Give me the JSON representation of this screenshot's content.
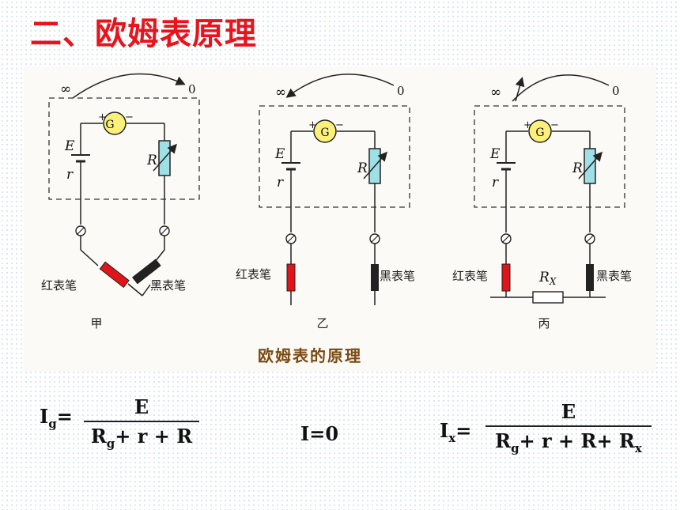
{
  "title": "二、欧姆表原理",
  "figure": {
    "caption": "欧姆表的原理",
    "panels": [
      {
        "label": "甲",
        "red_probe": "红表笔",
        "black_probe": "黑表笔"
      },
      {
        "label": "乙",
        "red_probe": "红表笔",
        "black_probe": "黑表笔"
      },
      {
        "label": "丙",
        "red_probe": "红表笔",
        "black_probe": "黑表笔",
        "resistor": "R",
        "resistor_sub": "X"
      }
    ],
    "symbols": {
      "infinity": "∞",
      "zero": "0",
      "galvanometer": "G",
      "emf": "E",
      "internal_r": "r",
      "rheostat": "R",
      "plus": "+",
      "minus": "−"
    }
  },
  "formulas": {
    "f1": {
      "lhs": "I",
      "lhs_sub": "g",
      "eq": "=",
      "num": "E",
      "den_a": "R",
      "den_a_sub": "g",
      "den_b": "+ r + R"
    },
    "f2": {
      "text": "I=0"
    },
    "f3": {
      "lhs": "I",
      "lhs_sub": "x",
      "eq": "=",
      "num": "E",
      "den_a": "R",
      "den_a_sub": "g",
      "den_b": "+ r + R+ R",
      "den_b_sub": "x"
    }
  }
}
